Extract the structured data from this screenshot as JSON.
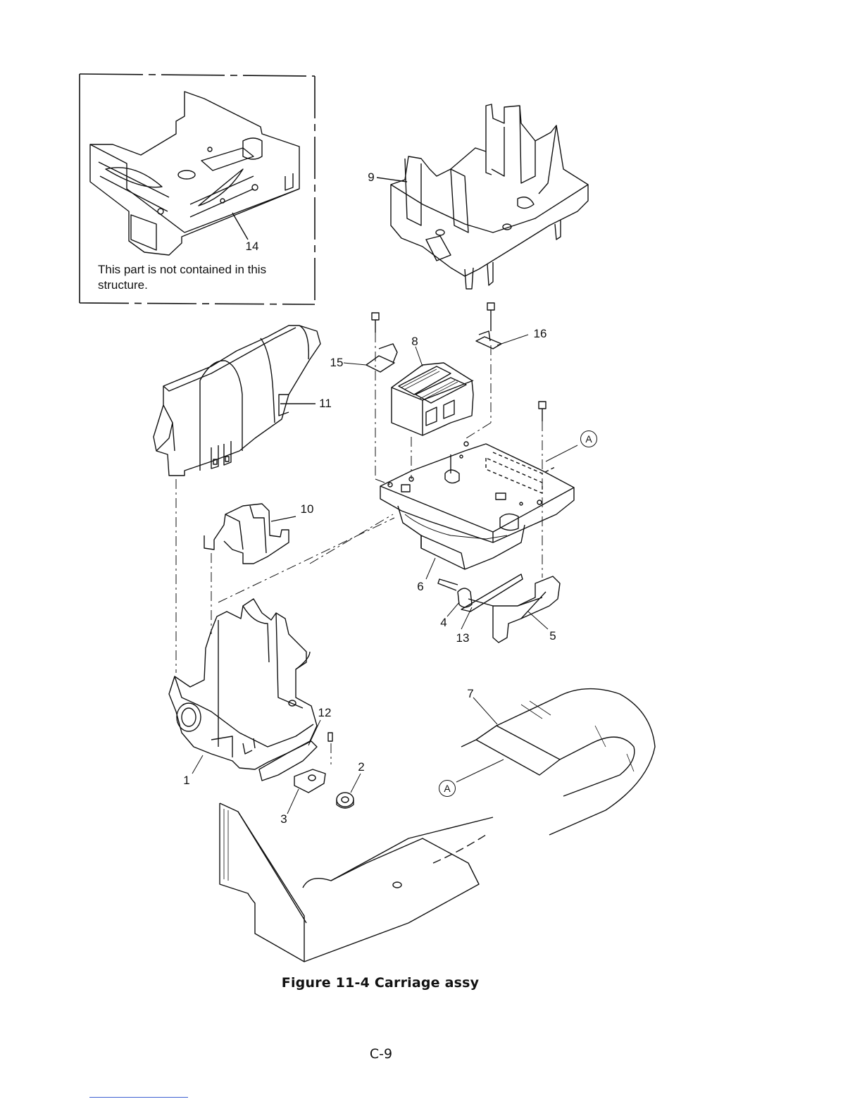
{
  "inset": {
    "note": "This part is not contained in this structure.",
    "callout": "14"
  },
  "callouts": {
    "c1": "1",
    "c2": "2",
    "c3": "3",
    "c4": "4",
    "c5": "5",
    "c6": "6",
    "c7": "7",
    "c8": "8",
    "c9": "9",
    "c10": "10",
    "c11": "11",
    "c12": "12",
    "c13": "13",
    "c15": "15",
    "c16": "16",
    "a_top": "A",
    "a_bottom": "A"
  },
  "caption": "Figure 11-4    Carriage assy",
  "page_number": "C-9"
}
